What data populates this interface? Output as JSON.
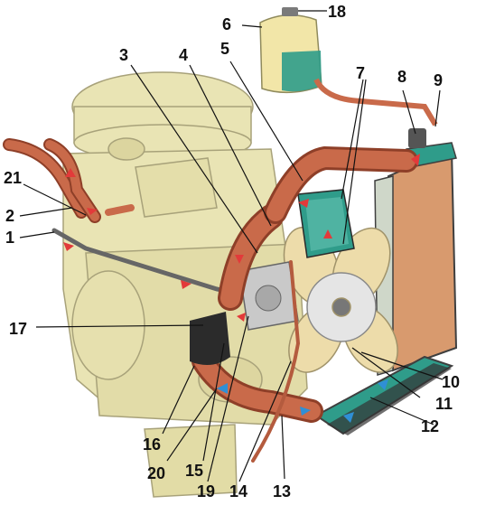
{
  "diagram": {
    "callouts": [
      {
        "id": "c1",
        "label": "1"
      },
      {
        "id": "c2",
        "label": "2"
      },
      {
        "id": "c3",
        "label": "3"
      },
      {
        "id": "c4",
        "label": "4"
      },
      {
        "id": "c5",
        "label": "5"
      },
      {
        "id": "c6",
        "label": "6"
      },
      {
        "id": "c7",
        "label": "7"
      },
      {
        "id": "c8",
        "label": "8"
      },
      {
        "id": "c9",
        "label": "9"
      },
      {
        "id": "c10",
        "label": "10"
      },
      {
        "id": "c11",
        "label": "11"
      },
      {
        "id": "c12",
        "label": "12"
      },
      {
        "id": "c13",
        "label": "13"
      },
      {
        "id": "c14",
        "label": "14"
      },
      {
        "id": "c15",
        "label": "15"
      },
      {
        "id": "c16",
        "label": "16"
      },
      {
        "id": "c17",
        "label": "17"
      },
      {
        "id": "c18",
        "label": "18"
      },
      {
        "id": "c19",
        "label": "19"
      },
      {
        "id": "c20",
        "label": "20"
      },
      {
        "id": "c21",
        "label": "21"
      }
    ],
    "colors": {
      "engine": "#e9e4b4",
      "engine_line": "#a8a27a",
      "hose": "#c96a4a",
      "hose_dark": "#8e3f28",
      "radiator_core": "#d89a6e",
      "radiator_frame": "#3f3f3f",
      "tank_plastic": "#f2e6a8",
      "coolant": "#2f9c8a",
      "fan": "#eddcaa",
      "pump": "#c9c9c9",
      "arrow_hot": "#e23a3a",
      "arrow_cold": "#2f8fd6",
      "leader": "#111111"
    }
  }
}
